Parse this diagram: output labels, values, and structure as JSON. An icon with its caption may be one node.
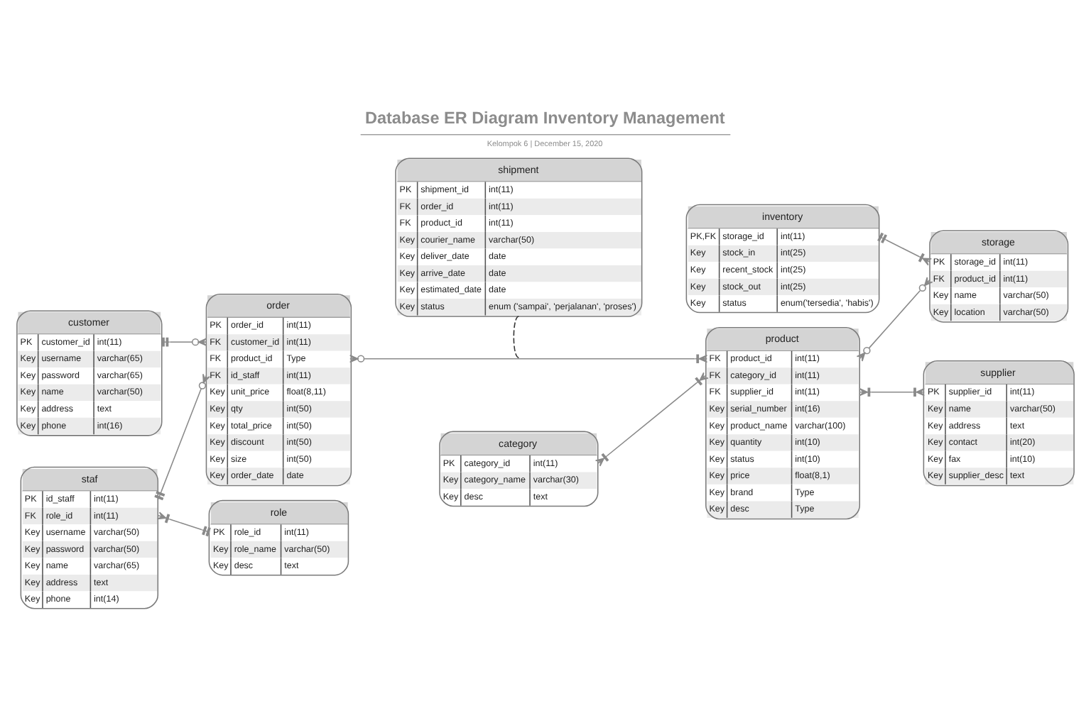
{
  "diagram": {
    "title": "Database ER Diagram Inventory Management",
    "caption": "Kelompok 6 | December 15, 2020",
    "nodes": [
      {
        "text": [
          "shipment",
          "PK",
          "shipment_id",
          "int(11)",
          "FK",
          "order_id",
          "int(11)",
          "FK",
          "product_id",
          "int(11)",
          "Key",
          "courier_name",
          "varchar(50)",
          "Key",
          "deliver_date",
          "date",
          "Key",
          "arrive_date",
          "date",
          "Key",
          "estimated_date",
          "date",
          "Key",
          "status",
          "enum ('sampai', 'perjalanan', 'proses')"
        ]
      },
      {
        "text": [
          "inventory",
          "PK,FK",
          "storage_id",
          "int(11)",
          "Key",
          "stock_in",
          "int(25)",
          "Key",
          "recent_stock",
          "int(25)",
          "Key",
          "stock_out",
          "int(25)",
          "Key",
          "status",
          "enum('tersedia', 'habis')"
        ]
      },
      {
        "text": [
          "storage",
          "PK",
          "storage_id",
          "int(11)",
          "FK",
          "product_id",
          "int(11)",
          "Key",
          "name",
          "varchar(50)",
          "Key",
          "location",
          "varchar(50)"
        ]
      },
      {
        "text": [
          "customer",
          "PK",
          "customer_id",
          "int(11)",
          "Key",
          "username",
          "varchar(65)",
          "Key",
          "password",
          "varchar(65)",
          "Key",
          "name",
          "varchar(50)",
          "Key",
          "address",
          "text",
          "Key",
          "phone",
          "int(16)"
        ]
      },
      {
        "text": [
          "order",
          "PK",
          "order_id",
          "int(11)",
          "FK",
          "customer_id",
          "int(11)",
          "FK",
          "product_id",
          "Type",
          "FK",
          "id_staff",
          "int(11)",
          "Key",
          "unit_price",
          "float(8,11)",
          "Key",
          "qty",
          "int(50)",
          "Key",
          "total_price",
          "int(50)",
          "Key",
          "discount",
          "int(50)",
          "Key",
          "size",
          "int(50)",
          "Key",
          "order_date",
          "date"
        ]
      },
      {
        "text": [
          "product",
          "FK",
          "product_id",
          "int(11)",
          "FK",
          "category_id",
          "int(11)",
          "FK",
          "supplier_id",
          "int(11)",
          "Key",
          "serial_number",
          "int(16)",
          "Key",
          "product_name",
          "varchar(100)",
          "Key",
          "quantity",
          "int(10)",
          "Key",
          "status",
          "int(10)",
          "Key",
          "price",
          "float(8,1)",
          "Key",
          "brand",
          "Type",
          "Key",
          "desc",
          "Type"
        ]
      },
      {
        "text": [
          "supplier",
          "PK",
          "supplier_id",
          "int(11)",
          "Key",
          "name",
          "varchar(50)",
          "Key",
          "address",
          "text",
          "Key",
          "contact",
          "int(20)",
          "Key",
          "fax",
          "int(10)",
          "Key",
          "supplier_desc",
          "text"
        ]
      },
      {
        "text": [
          "category",
          "PK",
          "category_id",
          "int(11)",
          "Key",
          "category_name",
          "varchar(30)",
          "Key",
          "desc",
          "text"
        ]
      },
      {
        "text": [
          "staf",
          "PK",
          "id_staff",
          "int(11)",
          "FK",
          "role_id",
          "int(11)",
          "Key",
          "username",
          "varchar(50)",
          "Key",
          "password",
          "varchar(50)",
          "Key",
          "name",
          "varchar(65)",
          "Key",
          "address",
          "text",
          "Key",
          "phone",
          "int(14)"
        ]
      },
      {
        "text": [
          "role",
          "PK",
          "role_id",
          "int(11)",
          "Key",
          "role_name",
          "varchar(50)",
          "Key",
          "desc",
          "text"
        ]
      }
    ],
    "edges": [
      {
        "from": 3,
        "to": 4,
        "arrow": "other"
      },
      {
        "from": 8,
        "to": 4,
        "arrow": "other"
      },
      {
        "from": 8,
        "to": 9,
        "arrow": "other"
      },
      {
        "from": 4,
        "to": 5,
        "arrow": "other"
      },
      {
        "from": 0,
        "to": null,
        "arrow": "none",
        "style": "dashed",
        "color": "#333333"
      },
      {
        "from": 7,
        "to": 5,
        "arrow": "other"
      },
      {
        "from": 1,
        "to": 2,
        "arrow": "other"
      },
      {
        "from": 5,
        "to": 2,
        "arrow": "other"
      },
      {
        "from": 5,
        "to": 6,
        "arrow": "other"
      }
    ]
  }
}
